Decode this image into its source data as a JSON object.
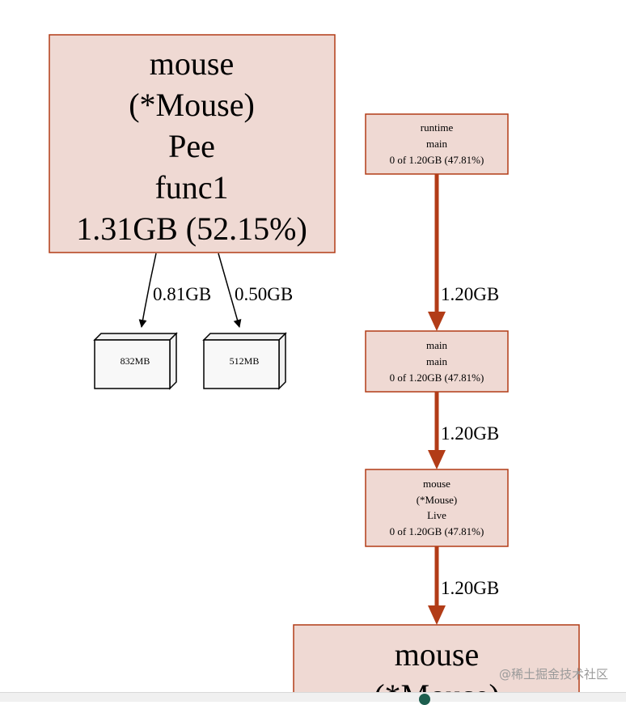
{
  "nodes": {
    "pee_func1": {
      "lines": [
        "mouse",
        "(*Mouse)",
        "Pee",
        "func1",
        "1.31GB (52.15%)"
      ]
    },
    "runtime_main": {
      "lines": [
        "runtime",
        "main",
        "0 of 1.20GB (47.81%)"
      ]
    },
    "main_main": {
      "lines": [
        "main",
        "main",
        "0 of 1.20GB (47.81%)"
      ]
    },
    "mouse_live": {
      "lines": [
        "mouse",
        "(*Mouse)",
        "Live",
        "0 of 1.20GB (47.81%)"
      ]
    },
    "bottom_node": {
      "lines": [
        "mouse",
        "(*Mouse)"
      ]
    }
  },
  "alloc_boxes": [
    {
      "label": "832MB"
    },
    {
      "label": "512MB"
    }
  ],
  "edges": {
    "pee_to_832": "0.81GB",
    "pee_to_512": "0.50GB",
    "runtime_to_main": "1.20GB",
    "main_to_live": "1.20GB",
    "live_to_bottom": "1.20GB"
  },
  "colors": {
    "node_fill": "#efd9d3",
    "node_stroke": "#b23c17",
    "hot_edge": "#b23c17"
  },
  "watermark": "@稀土掘金技术社区"
}
